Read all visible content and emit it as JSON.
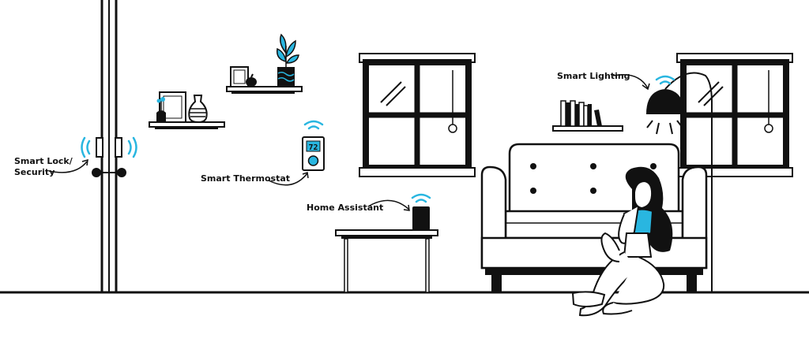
{
  "labels": {
    "smart_lock_line1": "Smart Lock/",
    "smart_lock_line2": "Security",
    "smart_thermostat": "Smart Thermostat",
    "home_assistant": "Home Assistant",
    "smart_lighting": "Smart Lighting"
  },
  "thermostat": {
    "temperature": "72"
  },
  "colors": {
    "line": "#111111",
    "accent": "#29b6e0",
    "background": "#ffffff"
  },
  "icons": [
    "wifi-signal-icon",
    "door-knob-icon",
    "plant-icon",
    "vase-icon",
    "picture-frame-icon",
    "pumpkin-icon",
    "book-icon",
    "lamp-icon",
    "speaker-icon",
    "thermostat-icon"
  ]
}
